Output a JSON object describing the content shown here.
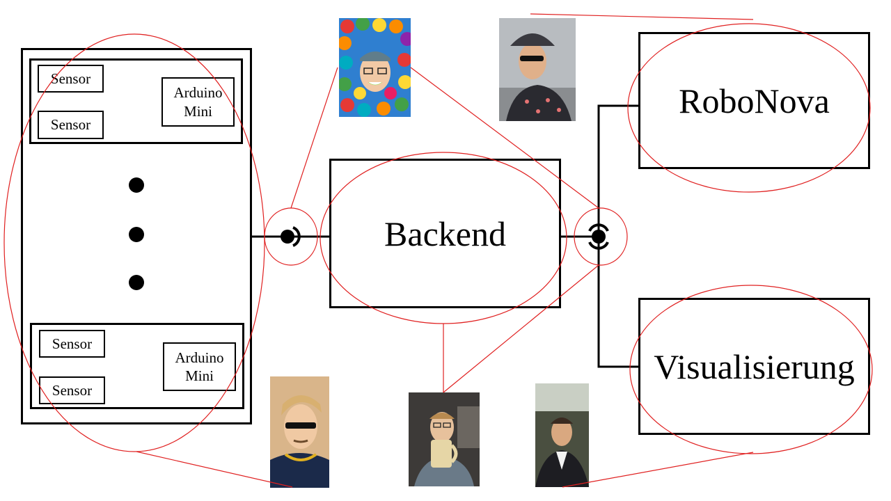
{
  "node_groups": [
    {
      "sensors": [
        "Sensor",
        "Sensor"
      ],
      "controller": [
        "Arduino",
        "Mini"
      ]
    },
    {
      "sensors": [
        "Sensor",
        "Sensor"
      ],
      "controller": [
        "Arduino",
        "Mini"
      ]
    }
  ],
  "backend": {
    "label": "Backend"
  },
  "consumers": [
    {
      "label": "RoboNova"
    },
    {
      "label": "Visualisierung"
    }
  ],
  "colors": {
    "line": "#000000",
    "highlight": "#e02020"
  }
}
